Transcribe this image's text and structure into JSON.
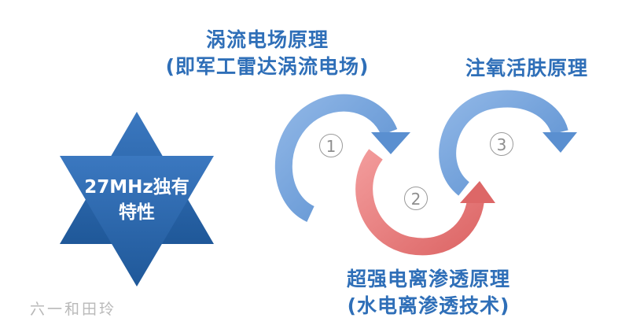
{
  "star": {
    "line1": "27MHz独有",
    "line2": "特性"
  },
  "step1": {
    "number": "1",
    "title": "涡流电场原理",
    "subtitle": "(即军工雷达涡流电场)"
  },
  "step2": {
    "number": "2",
    "title": "超强电离渗透原理",
    "subtitle": "(水电离渗透技术)"
  },
  "step3": {
    "number": "3",
    "title": "注氧活肤原理"
  },
  "watermark": "六一和田玲",
  "colors": {
    "blue": "#6f9fd8",
    "red": "#e37b7b",
    "star": "#2a63a6",
    "text": "#2f6fb8"
  }
}
